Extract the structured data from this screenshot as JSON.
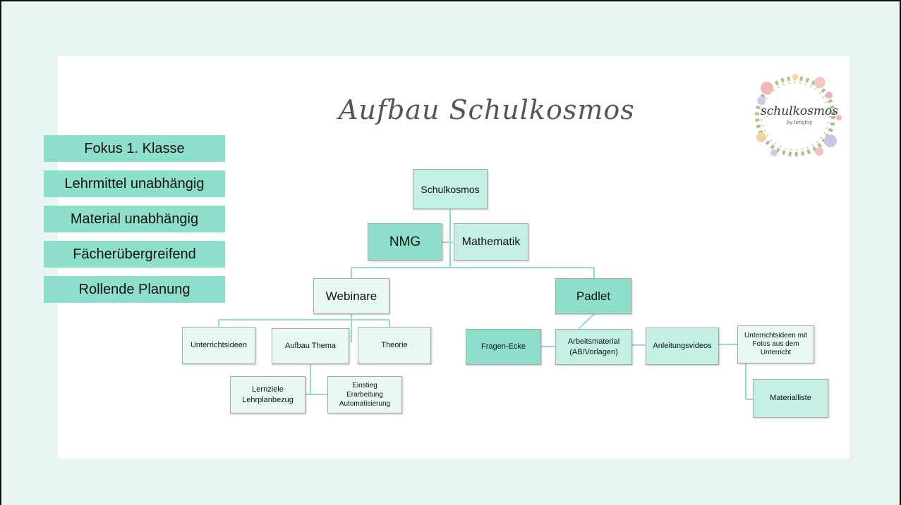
{
  "slide": {
    "title": "Aufbau Schulkosmos",
    "tags": [
      "Fokus 1. Klasse",
      "Lehrmittel unabhängig",
      "Material unabhängig",
      "Fächerübergreifend",
      "Rollende Planung"
    ]
  },
  "logo": {
    "text": "schulkosmos",
    "subtext": "by lenyfay"
  },
  "chart": {
    "root": "Schulkosmos",
    "subjects": {
      "nmg": "NMG",
      "math": "Mathematik"
    },
    "webinare": {
      "label": "Webinare",
      "unterrichtsideen": "Unterrichtsideen",
      "aufbau_thema": "Aufbau Thema",
      "theorie": "Theorie",
      "lernziele": "Lernziele\nLehrplanbezug",
      "phasen": "Einstieg\nErarbeitung\nAutomatisierung"
    },
    "padlet": {
      "label": "Padlet",
      "fragen_ecke": "Fragen-Ecke",
      "arbeitsmaterial": "Arbeitsmaterial\n(AB/Vorlagen)",
      "anleitungsvideos": "Anleitungsvideos",
      "unterrichtsideen_fotos": "Unterrichtsideen mit\nFotos aus dem\nUnterricht",
      "materialliste": "Materialliste"
    }
  },
  "colors": {
    "accent": "#8ddfcb",
    "node_light": "#e9f8f5",
    "node_mid": "#c4efe5",
    "background": "#e9f5f3"
  }
}
